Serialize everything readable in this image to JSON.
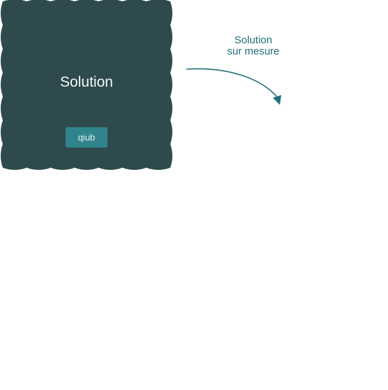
{
  "card": {
    "title": "Solution",
    "button_label": "qiub",
    "fill_color": "#2e4a4d",
    "button_color": "#2f858b"
  },
  "callout": {
    "line1": "Solution",
    "line2": "sur mesure",
    "color": "#1f6f7a"
  },
  "arrow": {
    "color": "#1f6f7a",
    "icon": "curved-arrow-icon"
  }
}
